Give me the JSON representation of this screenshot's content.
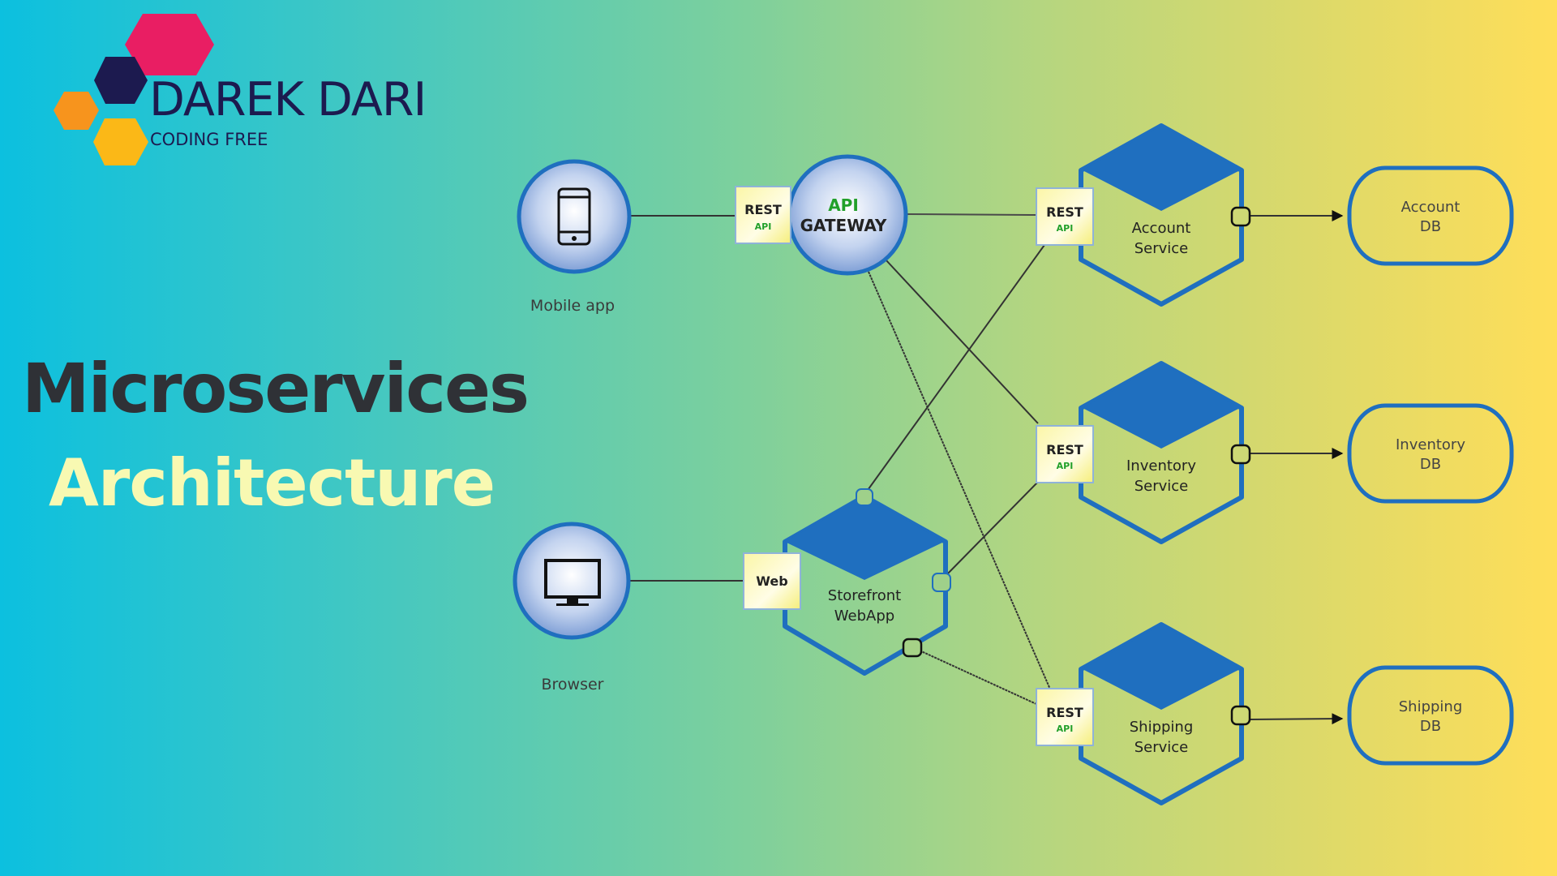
{
  "brand": {
    "name": "DAREK DARI",
    "tagline": "CODING FREE",
    "hex_colors": [
      "#e91e63",
      "#1c1a4f",
      "#f7941d",
      "#fbb817"
    ]
  },
  "title": {
    "line1": "Microservices",
    "line2": "Architecture"
  },
  "colors": {
    "node_blue": "#1f6fbf",
    "label_green": "#22a02a",
    "port_box_fill": "#fbf6a6",
    "text_dark": "#222222"
  },
  "clients": [
    {
      "id": "mobile",
      "label": "Mobile app",
      "icon": "smartphone-icon"
    },
    {
      "id": "browser",
      "label": "Browser",
      "icon": "monitor-icon"
    }
  ],
  "gateway": {
    "line1": "API",
    "line2": "GATEWAY"
  },
  "port_labels": {
    "rest_top": "REST",
    "rest_bottom": "API",
    "web": "Web"
  },
  "webapp": {
    "line1": "Storefront",
    "line2": "WebApp"
  },
  "services": [
    {
      "id": "account",
      "line1": "Account",
      "line2": "Service"
    },
    {
      "id": "inventory",
      "line1": "Inventory",
      "line2": "Service"
    },
    {
      "id": "shipping",
      "line1": "Shipping",
      "line2": "Service"
    }
  ],
  "databases": [
    {
      "id": "account-db",
      "line1": "Account",
      "line2": "DB"
    },
    {
      "id": "inventory-db",
      "line1": "Inventory",
      "line2": "DB"
    },
    {
      "id": "shipping-db",
      "line1": "Shipping",
      "line2": "DB"
    }
  ],
  "connections": [
    {
      "from": "Mobile app",
      "to": "API GATEWAY"
    },
    {
      "from": "Browser",
      "to": "Storefront WebApp"
    },
    {
      "from": "API GATEWAY",
      "to": "Account Service"
    },
    {
      "from": "API GATEWAY",
      "to": "Inventory Service"
    },
    {
      "from": "API GATEWAY",
      "to": "Shipping Service"
    },
    {
      "from": "Storefront WebApp",
      "to": "Account Service"
    },
    {
      "from": "Storefront WebApp",
      "to": "Inventory Service"
    },
    {
      "from": "Storefront WebApp",
      "to": "Shipping Service"
    },
    {
      "from": "Account Service",
      "to": "Account DB"
    },
    {
      "from": "Inventory Service",
      "to": "Inventory DB"
    },
    {
      "from": "Shipping Service",
      "to": "Shipping DB"
    }
  ]
}
